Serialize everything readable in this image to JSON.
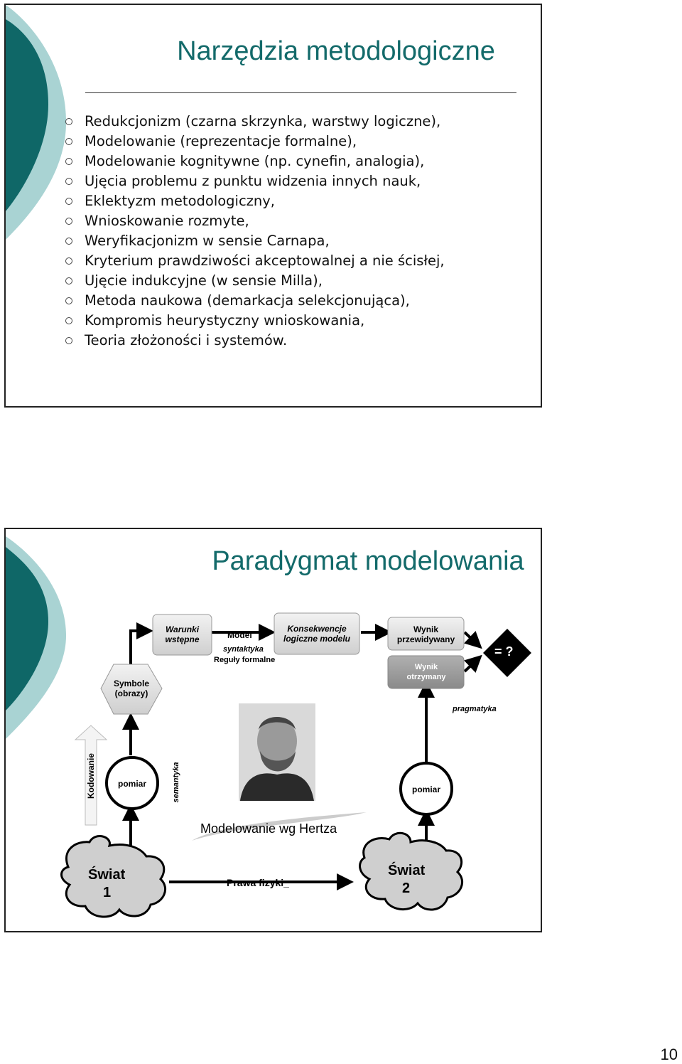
{
  "slide1": {
    "title": "Narzędzia metodologiczne",
    "bullets": [
      "Redukcjonizm (czarna skrzynka, warstwy logiczne),",
      "Modelowanie (reprezentacje formalne),",
      "Modelowanie kognitywne (np. cynefin, analogia),",
      "Ujęcia problemu z punktu widzenia innych nauk,",
      "Eklektyzm metodologiczny,",
      "Wnioskowanie rozmyte,",
      "Weryfikacjonizm w sensie Carnapa,",
      "Kryterium prawdziwości akceptowalnej a nie ścisłej,",
      "Ujęcie indukcyjne (w sensie Milla),",
      "Metoda naukowa (demarkacja selekcjonująca),",
      "Kompromis heurystyczny wnioskowania,",
      "Teoria złożoności i systemów."
    ]
  },
  "slide2": {
    "title": "Paradygmat modelowania",
    "diagram": {
      "warunki": "Warunki wstępne",
      "model": "Model",
      "syntaktyka": "syntaktyka",
      "reguly": "Reguły formalne",
      "konsekwencje": "Konsekwencje logiczne modelu",
      "wynik_przewidywany": "Wynik przewidywany",
      "wynik_otrzymany": "Wynik otrzymany",
      "equals": "= ?",
      "symbole": "Symbole (obrazy)",
      "pragmatyka": "pragmatyka",
      "kodowanie": "Kodowanie",
      "pomiar_left": "pomiar",
      "semantyka": "semantyka",
      "pomiar_right": "pomiar",
      "caption": "Modelowanie wg Hertza",
      "swiat1_word": "Świat",
      "swiat1_num": "1",
      "swiat2_word": "Świat",
      "swiat2_num": "2",
      "prawa": "Prawa fizyki_",
      "portrait_icon": "portrait-photo"
    }
  },
  "page_number": "10",
  "colors": {
    "teal_dark": "#0f6767",
    "teal_light": "#a9d3d3",
    "title": "#136a6a"
  }
}
